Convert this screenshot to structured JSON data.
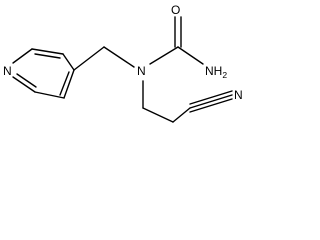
{
  "structure": {
    "atoms": {
      "ring_nitrogen": "N",
      "amine_nitrogen": "N",
      "carbonyl_oxygen": "O",
      "amide_group": "NH2",
      "nitrile_nitrogen": "N"
    }
  }
}
